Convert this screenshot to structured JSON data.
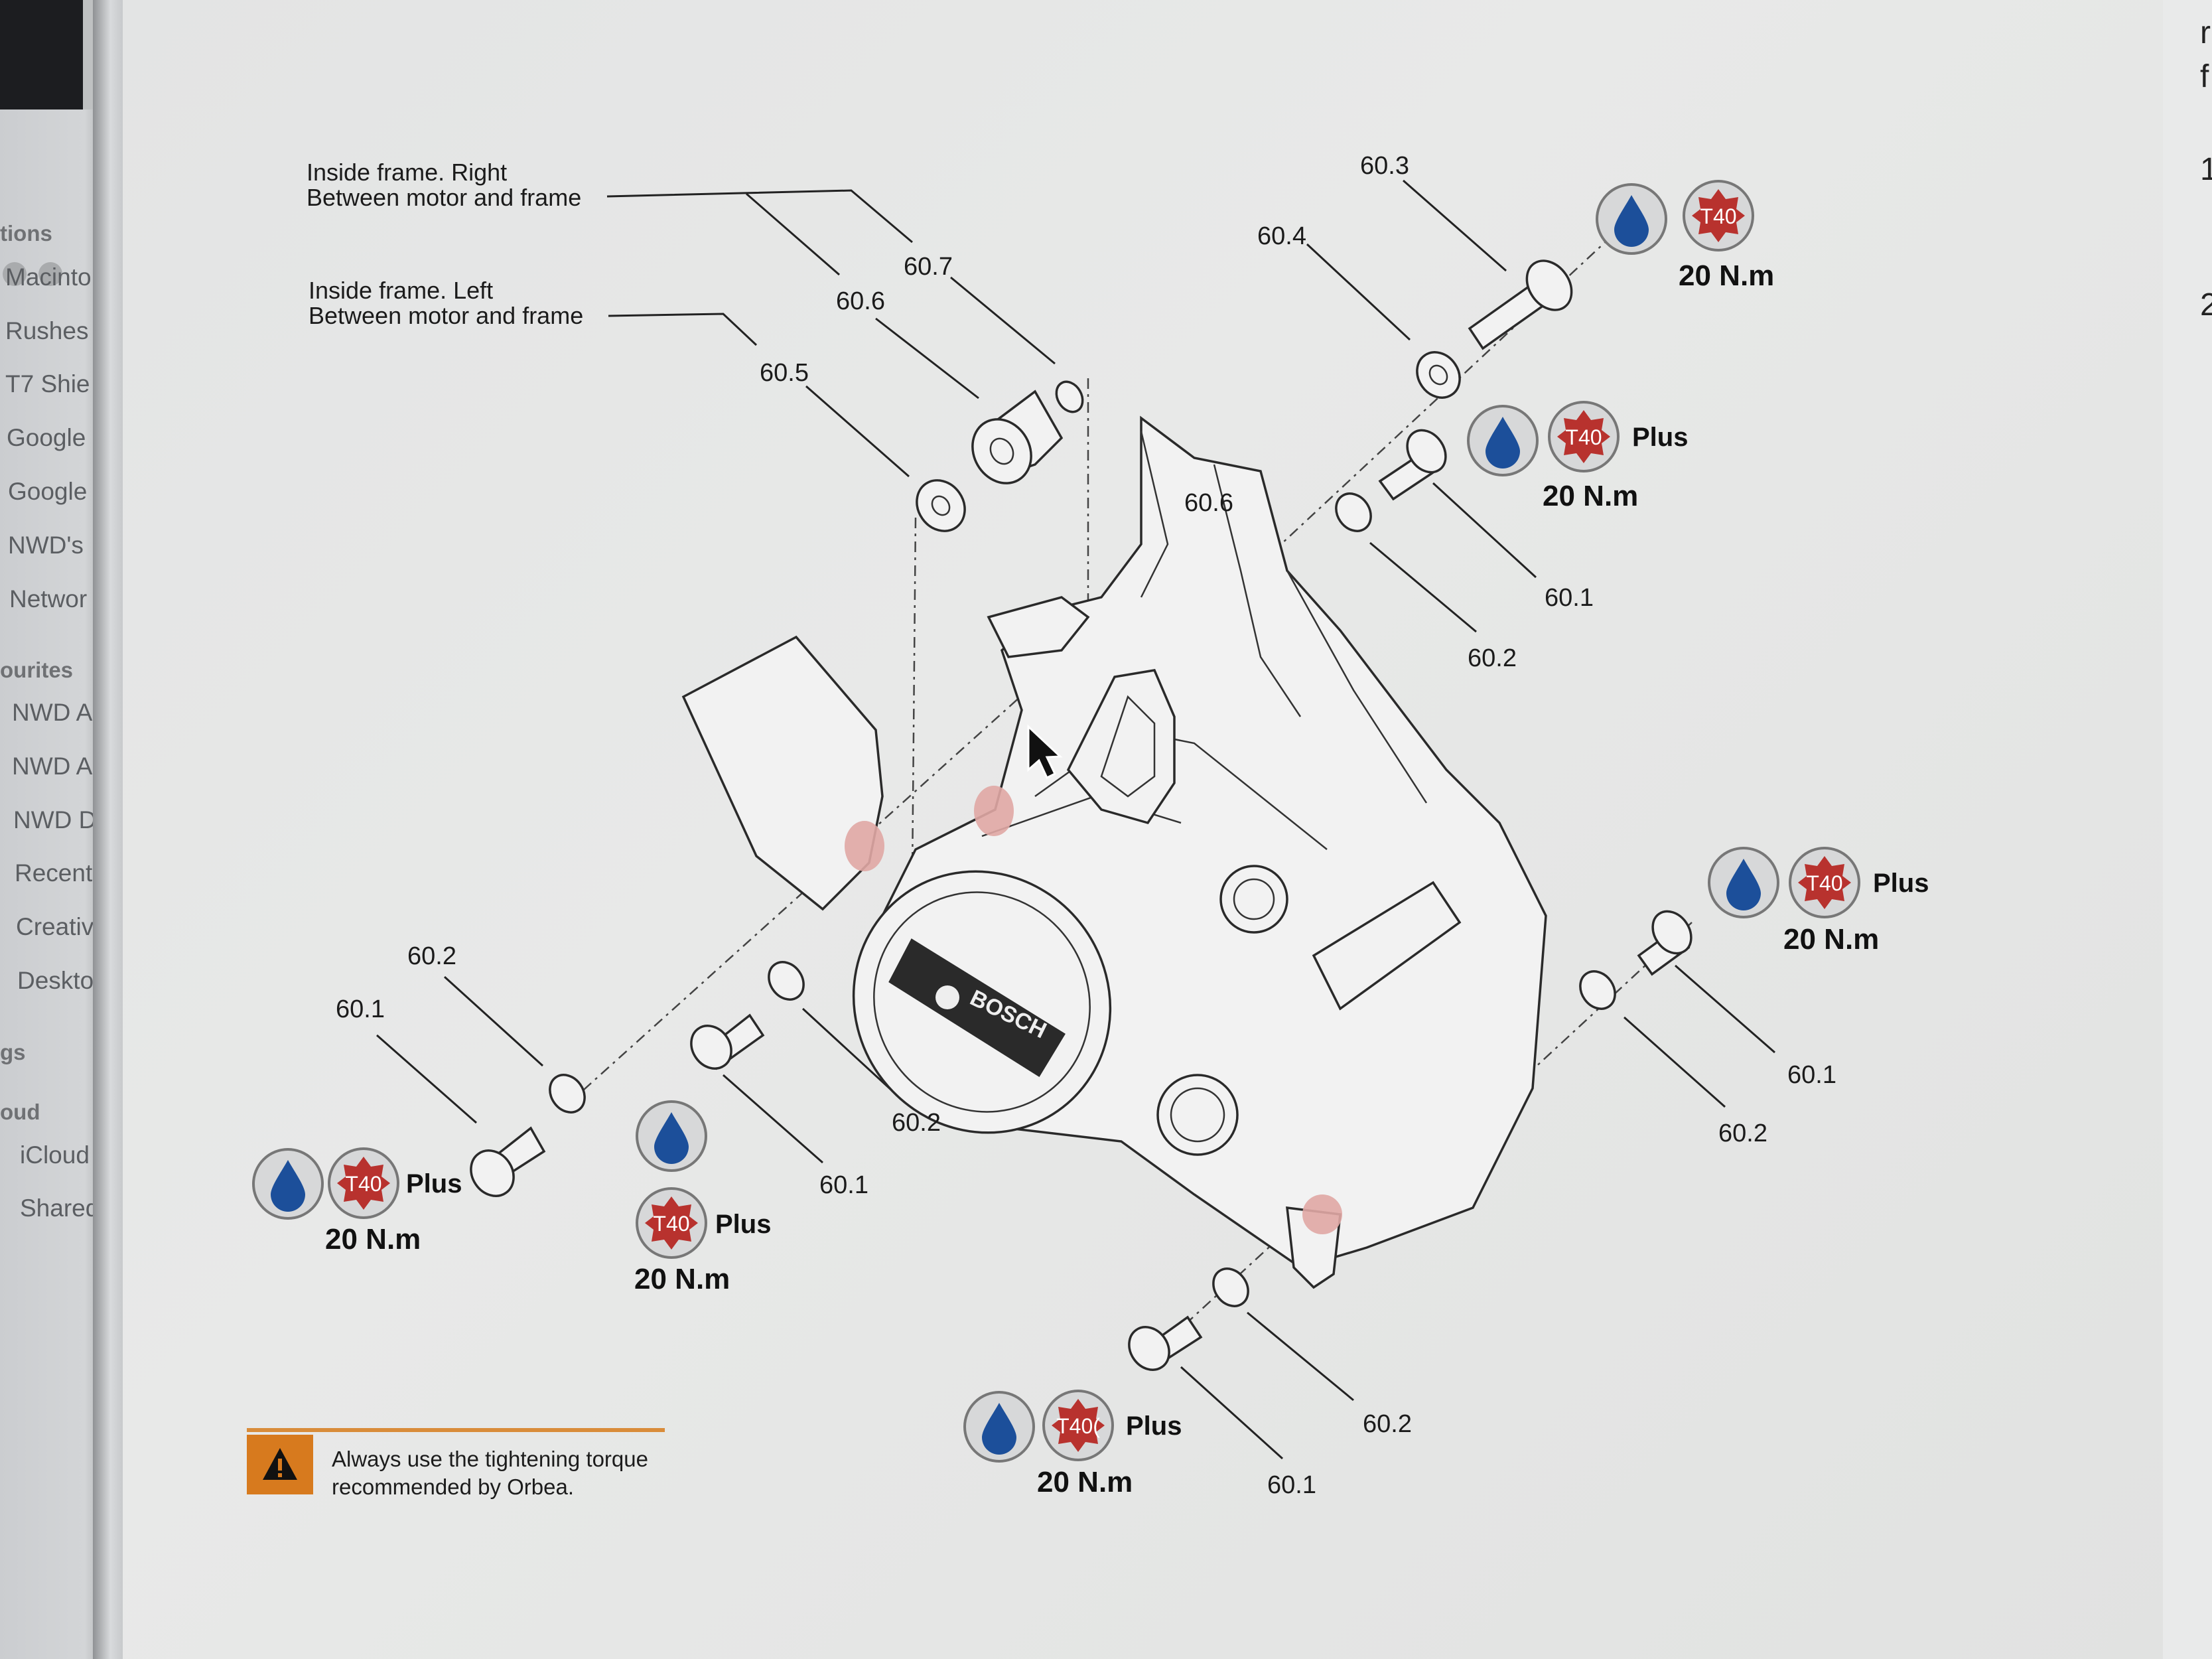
{
  "sidebar": {
    "sections": [
      {
        "heading": "tions",
        "items": [
          "Macinto",
          "Rushes",
          "T7 Shie",
          "Google",
          "Google",
          "NWD's",
          "Networ"
        ]
      },
      {
        "heading": "ourites",
        "items": [
          "NWD A",
          "NWD A",
          "NWD D",
          "Recent",
          "Creativ",
          "Deskto"
        ]
      },
      {
        "heading": "gs",
        "items": []
      },
      {
        "heading": "oud",
        "items": [
          "iCloud",
          "Shared"
        ]
      }
    ]
  },
  "right_margin": {
    "chars": [
      "r",
      "f",
      "1",
      "2"
    ]
  },
  "diagram": {
    "notes": {
      "right_line1": "Inside frame. Right",
      "right_line2": "Between motor and frame",
      "left_line1": "Inside frame. Left",
      "left_line2": "Between motor and frame"
    },
    "callouts": {
      "c603": "60.3",
      "c604": "60.4",
      "c607": "60.7",
      "c606a": "60.6",
      "c606b": "60.6",
      "c605": "60.5",
      "c601_tr": "60.1",
      "c602_tr": "60.2",
      "c602_l": "60.2",
      "c601_l": "60.1",
      "c602_m": "60.2",
      "c601_m": "60.1",
      "c601_r": "60.1",
      "c602_r": "60.2",
      "c602_b": "60.2",
      "c601_b": "60.1"
    },
    "brand": "BOSCH",
    "tool": "T40",
    "tool_partial": "T40(",
    "plus": "Plus",
    "torque": "20 N.m"
  },
  "warning": {
    "line1": "Always use the tightening torque",
    "line2": "recommended by Orbea."
  },
  "colors": {
    "drop_blue": "#1c4f9a",
    "torx_red": "#b8322e",
    "warning_orange": "#d77a1e"
  }
}
